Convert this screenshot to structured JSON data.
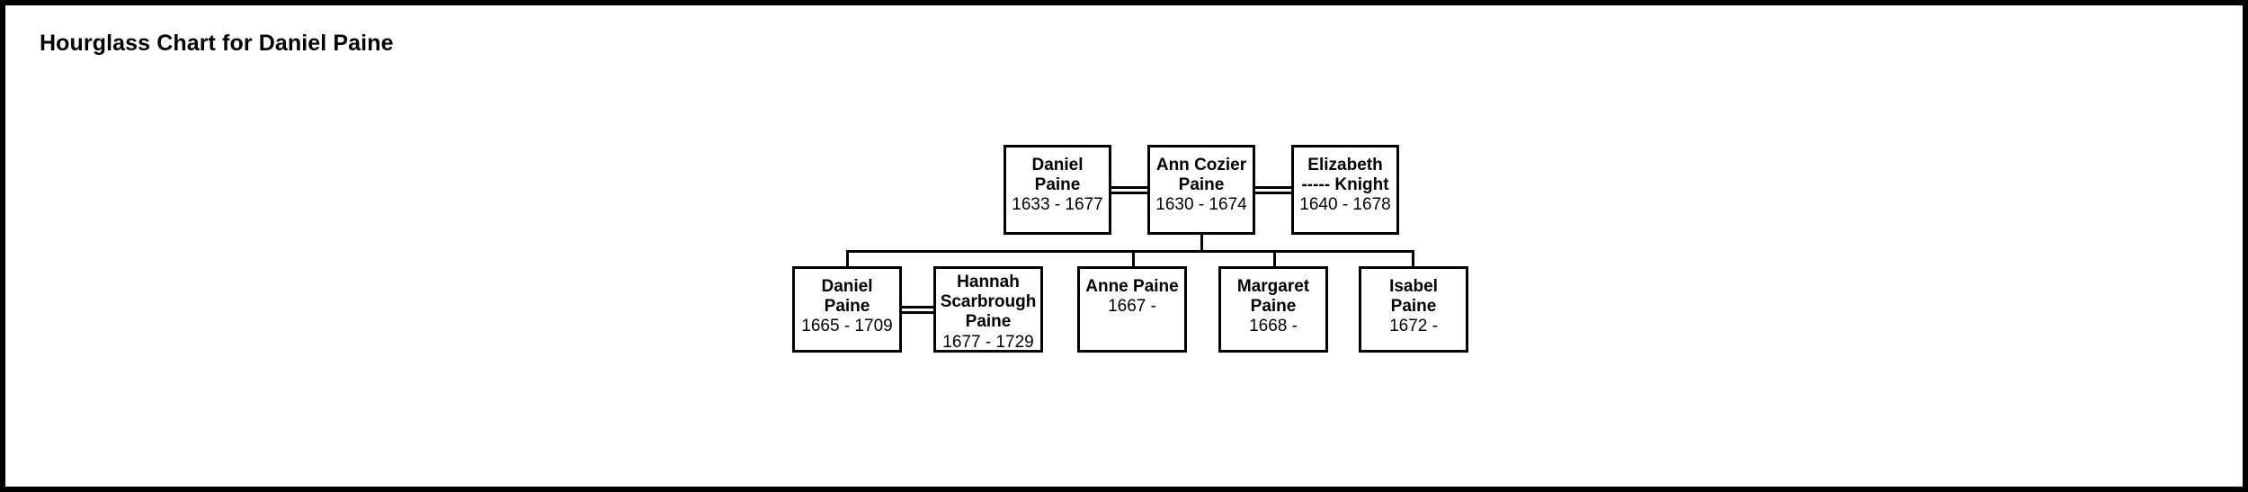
{
  "chart": {
    "title": "Hourglass Chart for Daniel Paine",
    "type": "genealogy-hourglass-chart",
    "root_person": "Daniel Paine",
    "colors": {
      "background": "#ffffff",
      "line": "#000000",
      "text": "#000000",
      "frame": "#000000"
    }
  },
  "generations": [
    {
      "level": 1,
      "label": "parents-generation",
      "people": [
        {
          "id": "daniel-paine-1633",
          "name": "Daniel\nPaine",
          "given": "Daniel",
          "surname": "Paine",
          "dates": "1633 - 1677",
          "birth": "1633",
          "death": "1677",
          "role": "father"
        },
        {
          "id": "ann-cozier-paine-1630",
          "name": "Ann Cozier\nPaine",
          "given": "Ann Cozier",
          "surname": "Paine",
          "dates": "1630 - 1674",
          "birth": "1630",
          "death": "1674",
          "role": "mother"
        },
        {
          "id": "elizabeth-knight-1640",
          "name": "Elizabeth\n----- Knight",
          "given": "Elizabeth",
          "surname": "----- Knight",
          "dates": "1640 - 1678",
          "birth": "1640",
          "death": "1678",
          "role": "second-spouse"
        }
      ],
      "marriages": [
        {
          "from": "daniel-paine-1633",
          "to": "ann-cozier-paine-1630"
        },
        {
          "from": "ann-cozier-paine-1630",
          "to": "elizabeth-knight-1640"
        }
      ]
    },
    {
      "level": 2,
      "label": "children-generation",
      "people": [
        {
          "id": "daniel-paine-1665",
          "name": "Daniel\nPaine",
          "given": "Daniel",
          "surname": "Paine",
          "dates": "1665 - 1709",
          "birth": "1665",
          "death": "1709",
          "role": "child"
        },
        {
          "id": "hannah-scarbrough-paine-1677",
          "name": "Hannah\nScarbrough\nPaine",
          "given": "Hannah Scarbrough",
          "surname": "Paine",
          "dates": "1677 - 1729",
          "birth": "1677",
          "death": "1729",
          "role": "spouse-of-child"
        },
        {
          "id": "anne-paine-1667",
          "name": "Anne Paine",
          "given": "Anne",
          "surname": "Paine",
          "dates": "1667 -",
          "birth": "1667",
          "death": "",
          "role": "child"
        },
        {
          "id": "margaret-paine-1668",
          "name": "Margaret\nPaine",
          "given": "Margaret",
          "surname": "Paine",
          "dates": "1668 -",
          "birth": "1668",
          "death": "",
          "role": "child"
        },
        {
          "id": "isabel-paine-1672",
          "name": "Isabel\nPaine",
          "given": "Isabel",
          "surname": "Paine",
          "dates": "1672 -",
          "birth": "1672",
          "death": "",
          "role": "child"
        }
      ],
      "marriages": [
        {
          "from": "daniel-paine-1665",
          "to": "hannah-scarbrough-paine-1677"
        }
      ]
    }
  ]
}
